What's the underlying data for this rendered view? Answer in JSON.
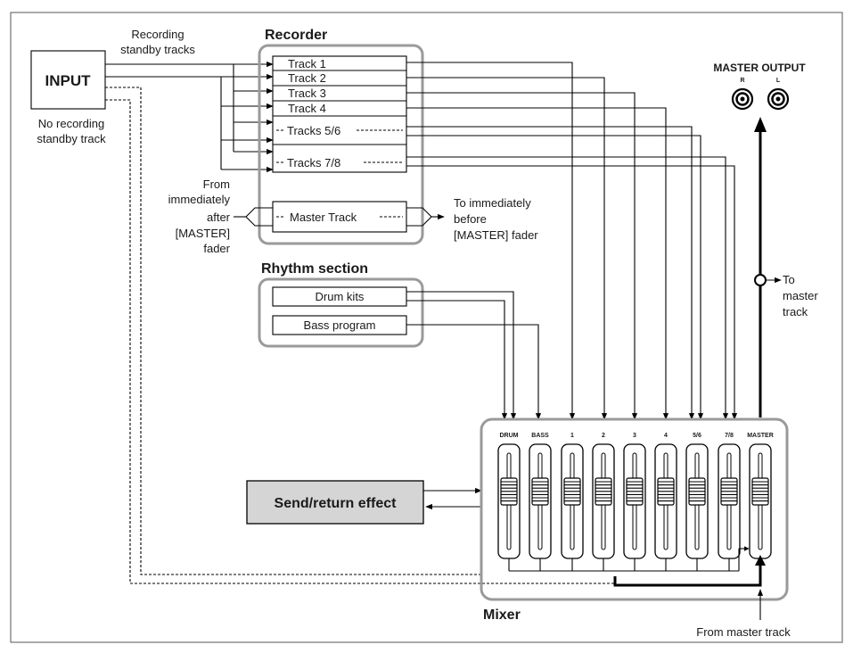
{
  "title": "",
  "input": {
    "label": "INPUT"
  },
  "recording_standby": {
    "line1": "Recording",
    "line2": "standby tracks"
  },
  "no_recording_standby": {
    "line1": "No recording",
    "line2": "standby track"
  },
  "recorder": {
    "title": "Recorder",
    "tracks": [
      "Track 1",
      "Track 2",
      "Track 3",
      "Track 4",
      "Tracks 5/6",
      "Tracks 7/8"
    ],
    "master_track": "Master Track"
  },
  "from_master_fader": [
    "From",
    "immediately",
    "after",
    "[MASTER]",
    "fader"
  ],
  "to_master_fader": [
    "To immediately",
    "before",
    "[MASTER] fader"
  ],
  "rhythm": {
    "title": "Rhythm section",
    "drum": "Drum kits",
    "bass": "Bass program"
  },
  "master_output": {
    "title": "MASTER OUTPUT",
    "r": "R",
    "l": "L"
  },
  "to_master_track": [
    "To",
    "master",
    "track"
  ],
  "send_return": "Send/return effect",
  "mixer": {
    "title": "Mixer",
    "channels": [
      "DRUM",
      "BASS",
      "1",
      "2",
      "3",
      "4",
      "5/6",
      "7/8",
      "MASTER"
    ]
  },
  "from_master_track": "From master track"
}
